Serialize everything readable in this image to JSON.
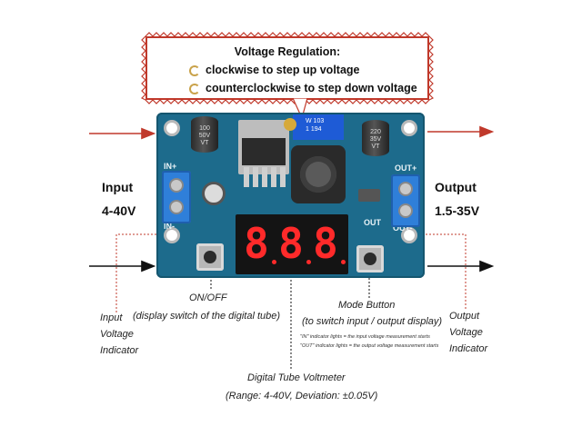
{
  "callout": {
    "title": "Voltage Regulation:",
    "line1": "clockwise to step up voltage",
    "line2": "counterclockwise to step down voltage",
    "icon": "rotate-icon",
    "accent_color": "#c0392b"
  },
  "left_labels": {
    "input_title": "Input",
    "input_range": "4-40V"
  },
  "right_labels": {
    "output_title": "Output",
    "output_range": "1.5-35V"
  },
  "board": {
    "in_plus": "IN+",
    "in_minus": "IN-",
    "out_plus": "OUT+",
    "out_minus": "OUT-",
    "out_led": "OUT",
    "cap_left": "100\n50V\nVT",
    "cap_right": "220\n35V\nVT",
    "pot_text": "W 103\n1 194",
    "display_digits": [
      "8",
      "8",
      "8"
    ],
    "pcb_color": "#1d6b8c",
    "digit_color": "#ff2a2a"
  },
  "annotations": {
    "onoff_title": "ON/OFF",
    "onoff_desc": "(display switch of the digital tube)",
    "mode_title": "Mode Button",
    "mode_desc": "(to switch input / output display)",
    "mode_note1": "\"IN\" indicator lights = the input voltage measurement starts",
    "mode_note2": "\"OUT\" indicator lights = the output voltage measurement starts",
    "input_ind_1": "Input",
    "input_ind_2": "Voltage",
    "input_ind_3": "Indicator",
    "output_ind_1": "Output",
    "output_ind_2": "Voltage",
    "output_ind_3": "Indicator",
    "voltmeter_title": "Digital Tube Voltmeter",
    "voltmeter_desc": "(Range: 4-40V, Deviation: ±0.05V)"
  }
}
